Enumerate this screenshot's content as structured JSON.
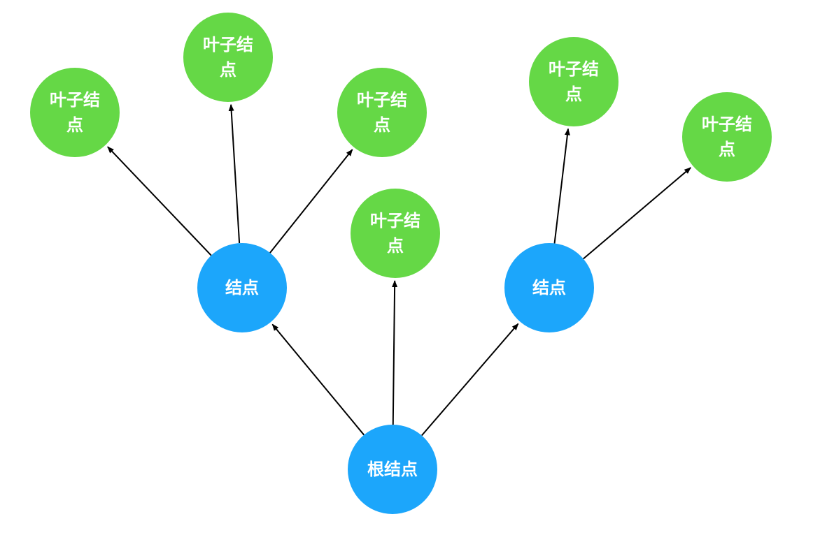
{
  "colors": {
    "root": "#1ca6fb",
    "inner": "#1ca6fb",
    "leaf": "#65d846",
    "edge": "#000000",
    "label": "#ffffff"
  },
  "nodes": {
    "root": {
      "label": "根结点"
    },
    "inner_left": {
      "label": "结点"
    },
    "inner_right": {
      "label": "结点"
    },
    "leaf_1": {
      "label": "叶子结点"
    },
    "leaf_2": {
      "label": "叶子结点"
    },
    "leaf_3": {
      "label": "叶子结点"
    },
    "leaf_4": {
      "label": "叶子结点"
    },
    "leaf_5": {
      "label": "叶子结点"
    },
    "leaf_6": {
      "label": "叶子结点"
    }
  },
  "edges": [
    {
      "from": "root",
      "to": "inner_left"
    },
    {
      "from": "root",
      "to": "leaf_4"
    },
    {
      "from": "root",
      "to": "inner_right"
    },
    {
      "from": "inner_left",
      "to": "leaf_1"
    },
    {
      "from": "inner_left",
      "to": "leaf_2"
    },
    {
      "from": "inner_left",
      "to": "leaf_3"
    },
    {
      "from": "inner_right",
      "to": "leaf_5"
    },
    {
      "from": "inner_right",
      "to": "leaf_6"
    }
  ]
}
